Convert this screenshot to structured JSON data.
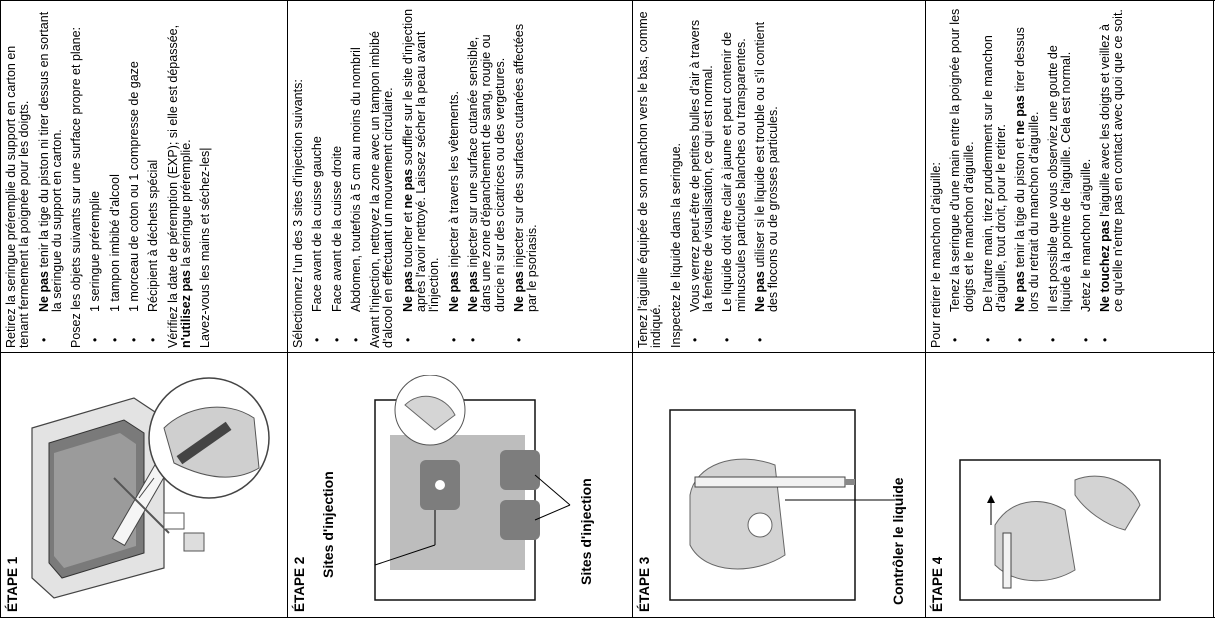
{
  "steps": [
    {
      "label": "ÉTAPE 1",
      "intro": "Retirez la seringue préremplie du support en carton en tenant fermement la poignée pour les doigts.",
      "bullets_a": [
        {
          "pre": "",
          "bold": "Ne pas",
          "post": " tenir la tige du piston ni tirer dessus en sortant la seringue du support en carton."
        }
      ],
      "para2": "Posez les objets suivants sur une surface propre et plane:",
      "bullets_b": [
        {
          "pre": "",
          "bold": "",
          "post": "1 seringue préremplie"
        },
        {
          "pre": "",
          "bold": "",
          "post": "1 tampon imbibé d'alcool"
        },
        {
          "pre": "",
          "bold": "",
          "post": "1 morceau de coton ou 1 compresse de gaze"
        },
        {
          "pre": "",
          "bold": "",
          "post": "Récipient à déchets spécial"
        }
      ],
      "para3_pre": "Vérifiez la date de péremption (EXP); si elle est dépassée, ",
      "para3_bold": "n'utilisez pas",
      "para3_post": " la seringue préremplie.",
      "para4": "Lavez-vous les mains et séchez-les|"
    },
    {
      "label": "ÉTAPE 2",
      "caption_left": "Sites d'injection",
      "caption_right": "Sites d'injection",
      "intro": "Sélectionnez l'un des 3 sites d'injection suivants:",
      "bullets_a": [
        {
          "pre": "",
          "bold": "",
          "post": "Face avant de la cuisse gauche"
        },
        {
          "pre": "",
          "bold": "",
          "post": "Face avant de la cuisse droite"
        },
        {
          "pre": "",
          "bold": "",
          "post": "Abdomen, toutefois à 5 cm au moins du nombril"
        }
      ],
      "para2": "Avant l'injection, nettoyez la zone avec un tampon imbibé d'alcool en effectuant un mouvement circulaire.",
      "bullets_b": [
        {
          "pre": "",
          "bold": "Ne pas",
          "post": " toucher et ",
          "bold2": "ne pas",
          "post2": " souffler sur le site d'injection après l'avoir nettoyé. Laissez sécher la peau avant l'injection."
        },
        {
          "pre": "",
          "bold": "Ne pas",
          "post": " injecter à travers les vêtements."
        },
        {
          "pre": "",
          "bold": "Ne pas",
          "post": " injecter sur une surface cutanée sensible, dans une zone d'épanchement de sang, rougie ou durcie ni sur des cicatrices ou des vergetures."
        },
        {
          "pre": "",
          "bold": "Ne pas",
          "post": " injecter sur des surfaces cutanées affectées par le psoriasis."
        }
      ]
    },
    {
      "label": "ÉTAPE 3",
      "caption": "Contrôler le liquide",
      "intro": "Tenez l'aiguille équipée de son manchon vers le bas, comme indiqué.",
      "para2": "Inspectez le liquide dans la seringue.",
      "bullets_a": [
        {
          "pre": "",
          "bold": "",
          "post": "Vous verrez peut-être de petites bulles d'air à travers la fenêtre de visualisation, ce qui est normal."
        },
        {
          "pre": "",
          "bold": "",
          "post": "Le liquide doit être clair à jaune et peut contenir de minuscules particules blanches ou transparentes."
        },
        {
          "pre": "",
          "bold": "Ne pas",
          "post": " utiliser si le liquide est trouble ou s'il contient des flocons ou de grosses particules."
        }
      ]
    },
    {
      "label": "ÉTAPE 4",
      "intro": "Pour retirer le manchon d'aiguille:",
      "bullets_a": [
        {
          "pre": "",
          "bold": "",
          "post": "Tenez la seringue d'une main entre la poignée pour les doigts et le manchon d'aiguille."
        },
        {
          "pre": "",
          "bold": "",
          "post": "De l'autre main, tirez prudemment sur le manchon d'aiguille, tout droit, pour le retirer."
        },
        {
          "pre": "",
          "bold": "Ne pas",
          "post": " tenir la tige du piston et ",
          "bold2": "ne pas",
          "post2": " tirer dessus lors du retrait du manchon d'aiguille."
        },
        {
          "pre": "",
          "bold": "",
          "post": "Il est possible que vous observiez une goutte de liquide à la pointe de l'aiguille. Cela est normal."
        },
        {
          "pre": "",
          "bold": "",
          "post": "Jetez le manchon d'aiguille."
        },
        {
          "pre": "",
          "bold": "Ne touchez pas",
          "post": " l'aiguille avec les doigts et veillez à ce qu'elle n'entre pas en contact avec quoi que ce soit."
        }
      ]
    }
  ]
}
